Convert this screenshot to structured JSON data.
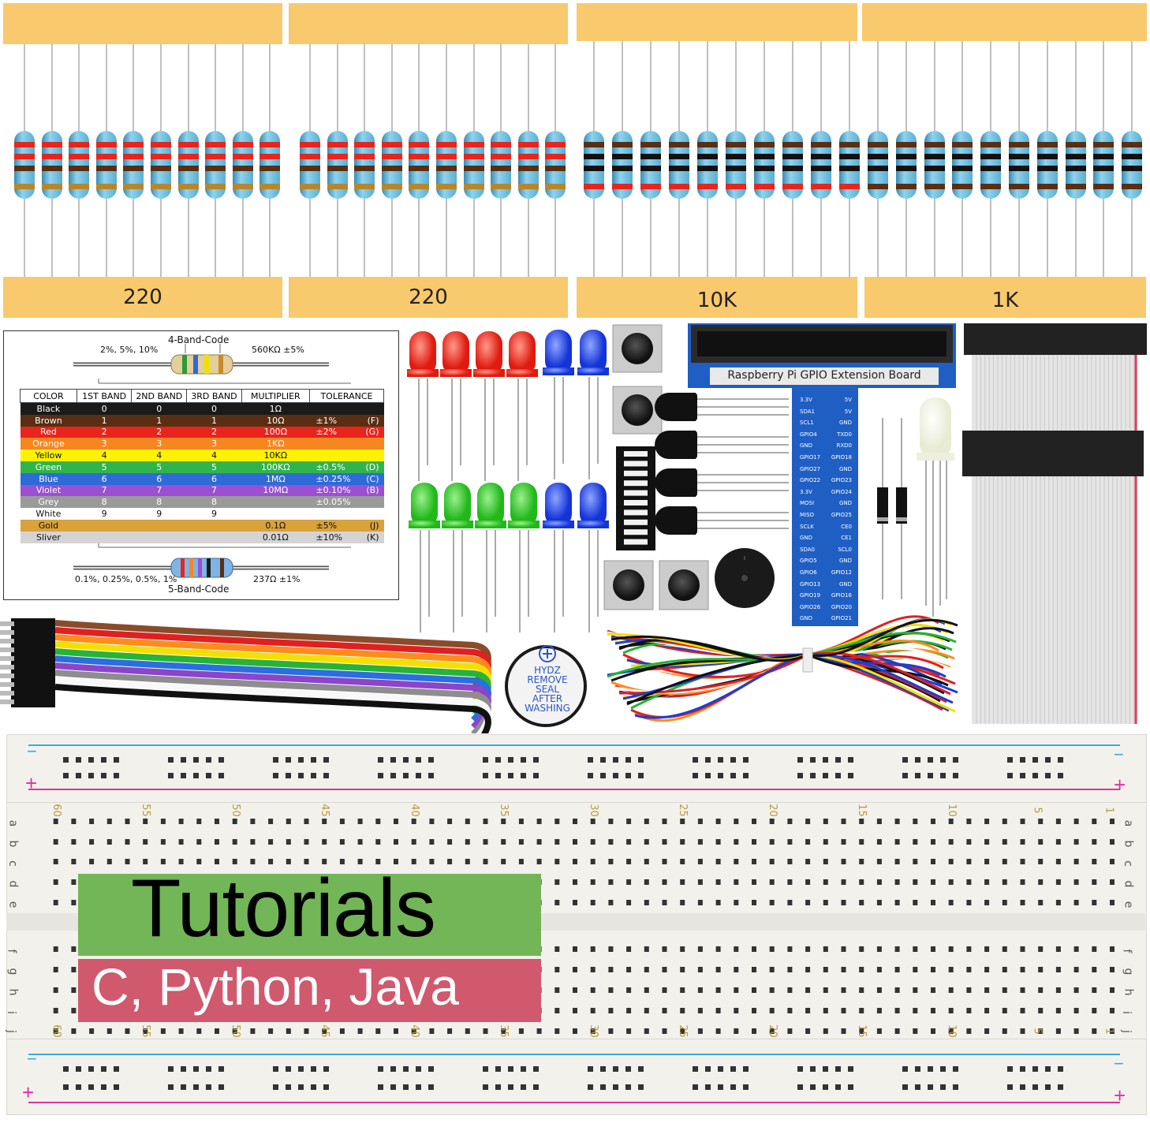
{
  "resistor_groups": [
    {
      "label": "220"
    },
    {
      "label": "220"
    },
    {
      "label": "10K"
    },
    {
      "label": "1K"
    }
  ],
  "color_code_card": {
    "four_band_title": "4-Band-Code",
    "four_band_tolerance_text": "2%, 5%, 10%",
    "four_band_example": "560KΩ ±5%",
    "five_band_title": "5-Band-Code",
    "five_band_tolerance_text": "0.1%, 0.25%, 0.5%, 1%",
    "five_band_example": "237Ω ±1%",
    "headers": [
      "COLOR",
      "1ST BAND",
      "2ND BAND",
      "3RD BAND",
      "MULTIPLIER",
      "TOLERANCE"
    ],
    "rows": [
      {
        "color": "Black",
        "b1": "0",
        "b2": "0",
        "b3": "0",
        "mult": "1Ω",
        "tol": "",
        "code": "",
        "bg": "#1a1a1a",
        "fg": "#ffffff"
      },
      {
        "color": "Brown",
        "b1": "1",
        "b2": "1",
        "b3": "1",
        "mult": "10Ω",
        "tol": "±1%",
        "code": "(F)",
        "bg": "#5a2e12",
        "fg": "#ffffff"
      },
      {
        "color": "Red",
        "b1": "2",
        "b2": "2",
        "b3": "2",
        "mult": "100Ω",
        "tol": "±2%",
        "code": "(G)",
        "bg": "#e8241c",
        "fg": "#ffffff"
      },
      {
        "color": "Orange",
        "b1": "3",
        "b2": "3",
        "b3": "3",
        "mult": "1KΩ",
        "tol": "",
        "code": "",
        "bg": "#f6871f",
        "fg": "#ffffff"
      },
      {
        "color": "Yellow",
        "b1": "4",
        "b2": "4",
        "b3": "4",
        "mult": "10KΩ",
        "tol": "",
        "code": "",
        "bg": "#fff200",
        "fg": "#111111"
      },
      {
        "color": "Green",
        "b1": "5",
        "b2": "5",
        "b3": "5",
        "mult": "100KΩ",
        "tol": "±0.5%",
        "code": "(D)",
        "bg": "#31b44b",
        "fg": "#ffffff"
      },
      {
        "color": "Blue",
        "b1": "6",
        "b2": "6",
        "b3": "6",
        "mult": "1MΩ",
        "tol": "±0.25%",
        "code": "(C)",
        "bg": "#2e6bd9",
        "fg": "#ffffff"
      },
      {
        "color": "Violet",
        "b1": "7",
        "b2": "7",
        "b3": "7",
        "mult": "10MΩ",
        "tol": "±0.10%",
        "code": "(B)",
        "bg": "#9b4fd1",
        "fg": "#ffffff"
      },
      {
        "color": "Grey",
        "b1": "8",
        "b2": "8",
        "b3": "8",
        "mult": "",
        "tol": "±0.05%",
        "code": "",
        "bg": "#9a9a9a",
        "fg": "#ffffff"
      },
      {
        "color": "White",
        "b1": "9",
        "b2": "9",
        "b3": "9",
        "mult": "",
        "tol": "",
        "code": "",
        "bg": "#ffffff",
        "fg": "#111111"
      },
      {
        "color": "Gold",
        "b1": "",
        "b2": "",
        "b3": "",
        "mult": "0.1Ω",
        "tol": "±5%",
        "code": "(J)",
        "bg": "#d9a23a",
        "fg": "#111111"
      },
      {
        "color": "Sliver",
        "b1": "",
        "b2": "",
        "b3": "",
        "mult": "0.01Ω",
        "tol": "±10%",
        "code": "(K)",
        "bg": "#d4d4d4",
        "fg": "#111111"
      }
    ]
  },
  "gpio_board": {
    "title": "Raspberry Pi GPIO Extension Board",
    "left_pins": [
      "3.3V",
      "SDA1",
      "SCL1",
      "GPIO4",
      "GND",
      "GPIO17",
      "GPIO27",
      "GPIO22",
      "3.3V",
      "MOSI",
      "MISO",
      "SCLK",
      "GND",
      "SDA0",
      "GPIO5",
      "GPIO6",
      "GPIO13",
      "GPIO19",
      "GPIO26",
      "GND"
    ],
    "right_pins": [
      "5V",
      "5V",
      "GND",
      "TXD0",
      "RXD0",
      "GPIO18",
      "GND",
      "GPIO23",
      "GPIO24",
      "GND",
      "GPIO25",
      "CE0",
      "CE1",
      "SCL0",
      "GND",
      "GPIO12",
      "GND",
      "GPIO16",
      "GPIO20",
      "GPIO21"
    ]
  },
  "buzzer_label": [
    "HYDZ",
    "REMOVE",
    "SEAL",
    "AFTER",
    "WASHING"
  ],
  "breadboard": {
    "top_numbers": [
      "60",
      "55",
      "50",
      "45",
      "40",
      "35",
      "30",
      "25",
      "20",
      "15",
      "10",
      "5",
      "1"
    ],
    "bottom_numbers": [
      "60",
      "55",
      "50",
      "45",
      "40",
      "35",
      "30",
      "25",
      "20",
      "15",
      "10",
      "5",
      "1"
    ],
    "row_letters_top": [
      "a",
      "b",
      "c",
      "d",
      "e"
    ],
    "row_letters_bottom": [
      "f",
      "g",
      "h",
      "i",
      "j"
    ],
    "rail_minus": "−",
    "rail_plus": "+"
  },
  "banner": {
    "title": "Tutorials",
    "subtitle": "C, Python, Java"
  },
  "colors": {
    "tape": "#f8c96d",
    "banner_green": "#73b657",
    "banner_red": "#d0596e",
    "gpio_blue": "#1f5fc4"
  }
}
